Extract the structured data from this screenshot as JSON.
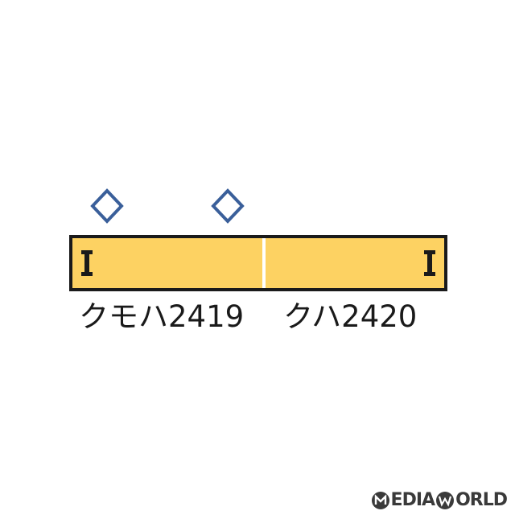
{
  "colors": {
    "car_fill": "#fdd262",
    "outline": "#1a1a1a",
    "pantograph_stroke": "#3a5f9a",
    "divider": "#ffffff"
  },
  "pantographs": [
    {
      "car": 1,
      "icon": "pantograph-diamond-icon"
    },
    {
      "car": 1,
      "icon": "pantograph-diamond-icon"
    }
  ],
  "cars": [
    {
      "label": "クモハ2419",
      "cab_mark": "I"
    },
    {
      "label": "クハ2420",
      "cab_mark": "I"
    }
  ],
  "watermark": {
    "left_text": "EDIA",
    "right_text": "ORLD"
  }
}
